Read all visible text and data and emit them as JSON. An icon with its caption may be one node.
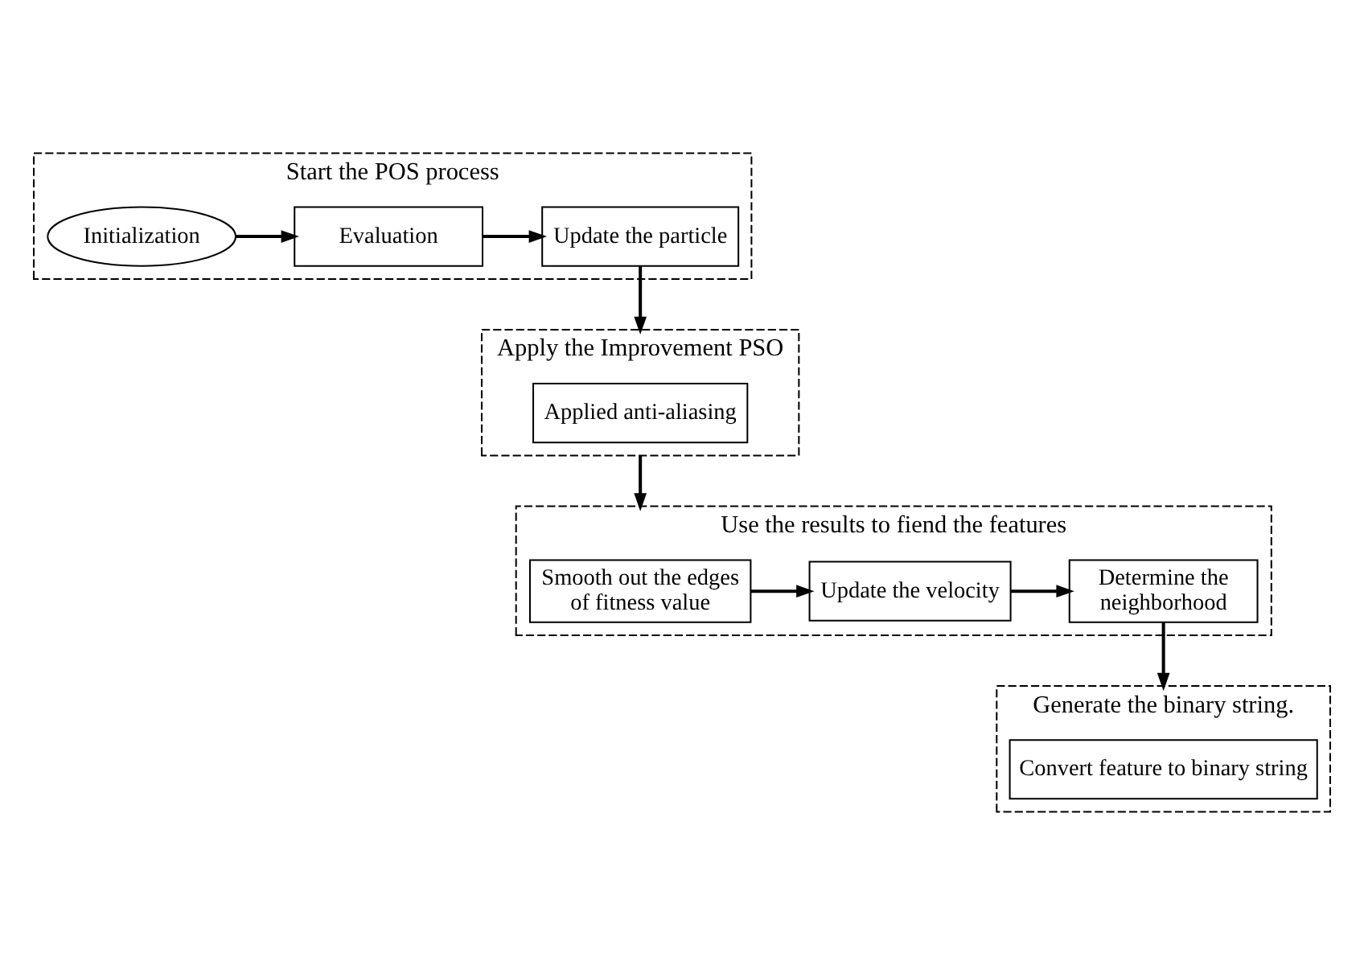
{
  "diagram": {
    "nodes": [
      {
        "text": [
          "Start the POS process"
        ]
      },
      {
        "text": [
          "Initialization"
        ],
        "in": 0
      },
      {
        "text": [
          "Evaluation"
        ],
        "in": 0
      },
      {
        "text": [
          "Update the particle"
        ],
        "in": 0
      },
      {
        "text": [
          "Apply the Improvement PSO"
        ]
      },
      {
        "text": [
          "Applied anti-aliasing"
        ],
        "in": 4
      },
      {
        "text": [
          "Use the results to fiend the features"
        ]
      },
      {
        "text": [
          "Smooth out the edges of fitness value"
        ],
        "in": 6
      },
      {
        "text": [
          "Update the velocity"
        ],
        "in": 6
      },
      {
        "text": [
          "Determine the neighborhood"
        ],
        "in": 6
      },
      {
        "text": [
          "Generate the binary string."
        ]
      },
      {
        "text": [
          "Convert feature to binary string"
        ],
        "in": 10
      }
    ],
    "edges": [
      {
        "from": 1,
        "to": 2,
        "arrow": "to"
      },
      {
        "from": 2,
        "to": 3,
        "arrow": "to"
      },
      {
        "from": 3,
        "to": 4,
        "arrow": "to"
      },
      {
        "from": 4,
        "to": 6,
        "arrow": "to"
      },
      {
        "from": 7,
        "to": 8,
        "arrow": "to"
      },
      {
        "from": 8,
        "to": 9,
        "arrow": "to"
      },
      {
        "from": 9,
        "to": 10,
        "arrow": "to"
      }
    ]
  }
}
